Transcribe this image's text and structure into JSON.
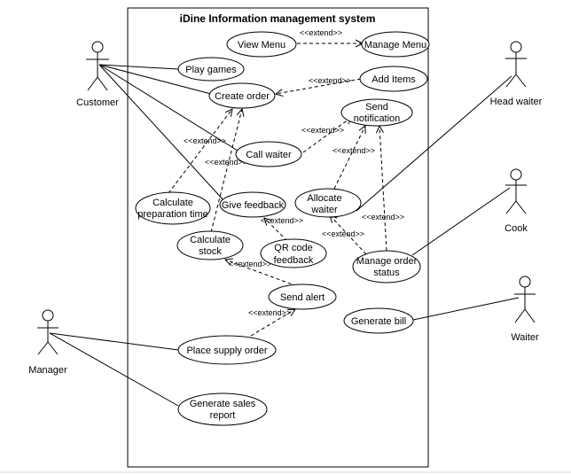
{
  "system": {
    "title": "iDine Information management system"
  },
  "actors": {
    "customer": "Customer",
    "head_waiter": "Head waiter",
    "cook": "Cook",
    "waiter": "Waiter",
    "manager": "Manager"
  },
  "use_cases": {
    "view_menu": "View Menu",
    "manage_menu": "Manage Menu",
    "play_games": "Play games",
    "add_items": "Add Items",
    "create_order": "Create order",
    "send_notification_line1": "Send",
    "send_notification_line2": "notification",
    "call_waiter": "Call waiter",
    "calc_prep_line1": "Calculate",
    "calc_prep_line2": "preparation time",
    "give_feedback": "Give feedback",
    "allocate_waiter_line1": "Allocate",
    "allocate_waiter_line2": "waiter",
    "calc_stock_line1": "Calculate",
    "calc_stock_line2": "stock",
    "qr_feedback_line1": "QR code",
    "qr_feedback_line2": "feedback",
    "manage_order_status_line1": "Manage order",
    "manage_order_status_line2": "status",
    "send_alert": "Send alert",
    "generate_bill": "Generate bill",
    "place_supply_order": "Place supply order",
    "generate_sales_line1": "Generate sales",
    "generate_sales_line2": "report"
  },
  "relations": {
    "extend": "<<extend>>"
  }
}
